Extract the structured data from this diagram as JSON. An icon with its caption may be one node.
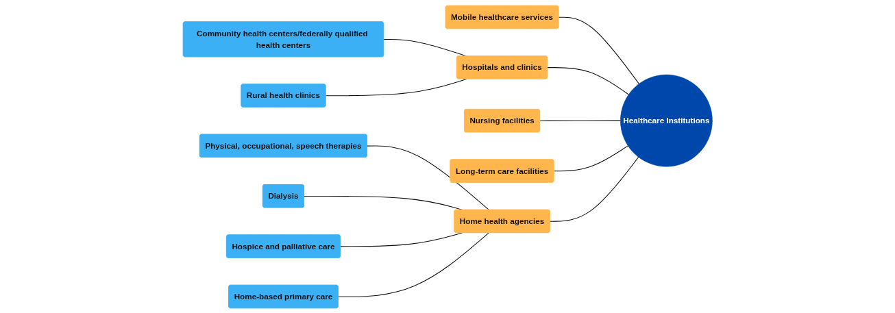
{
  "diagram": {
    "nodes": [
      {
        "text": [
          "Healthcare Institutions"
        ]
      },
      {
        "text": [
          "Hospitals and clinics"
        ]
      },
      {
        "text": [
          "Nursing facilities"
        ]
      },
      {
        "text": [
          "Long-term care facilities"
        ]
      },
      {
        "text": [
          "Home health agencies"
        ]
      },
      {
        "text": [
          "Mobile healthcare services"
        ]
      },
      {
        "text": [
          "Community health centers/federally qualified health centers"
        ]
      },
      {
        "text": [
          "Rural health clinics"
        ]
      },
      {
        "text": [
          "Physical, occupational, speech therapies"
        ]
      },
      {
        "text": [
          "Dialysis"
        ]
      },
      {
        "text": [
          "Hospice and palliative care"
        ]
      },
      {
        "text": [
          "Home-based primary care"
        ]
      }
    ],
    "edges": [
      {
        "from": 0,
        "to": 1,
        "arrow": "none"
      },
      {
        "from": 0,
        "to": 2,
        "arrow": "none"
      },
      {
        "from": 0,
        "to": 3,
        "arrow": "none"
      },
      {
        "from": 0,
        "to": 4,
        "arrow": "none"
      },
      {
        "from": 0,
        "to": 5,
        "arrow": "none"
      },
      {
        "from": 1,
        "to": 6,
        "arrow": "none"
      },
      {
        "from": 1,
        "to": 7,
        "arrow": "none"
      },
      {
        "from": 4,
        "to": 8,
        "arrow": "none"
      },
      {
        "from": 4,
        "to": 9,
        "arrow": "none"
      },
      {
        "from": 4,
        "to": 10,
        "arrow": "none"
      },
      {
        "from": 4,
        "to": 11,
        "arrow": "none"
      }
    ]
  }
}
